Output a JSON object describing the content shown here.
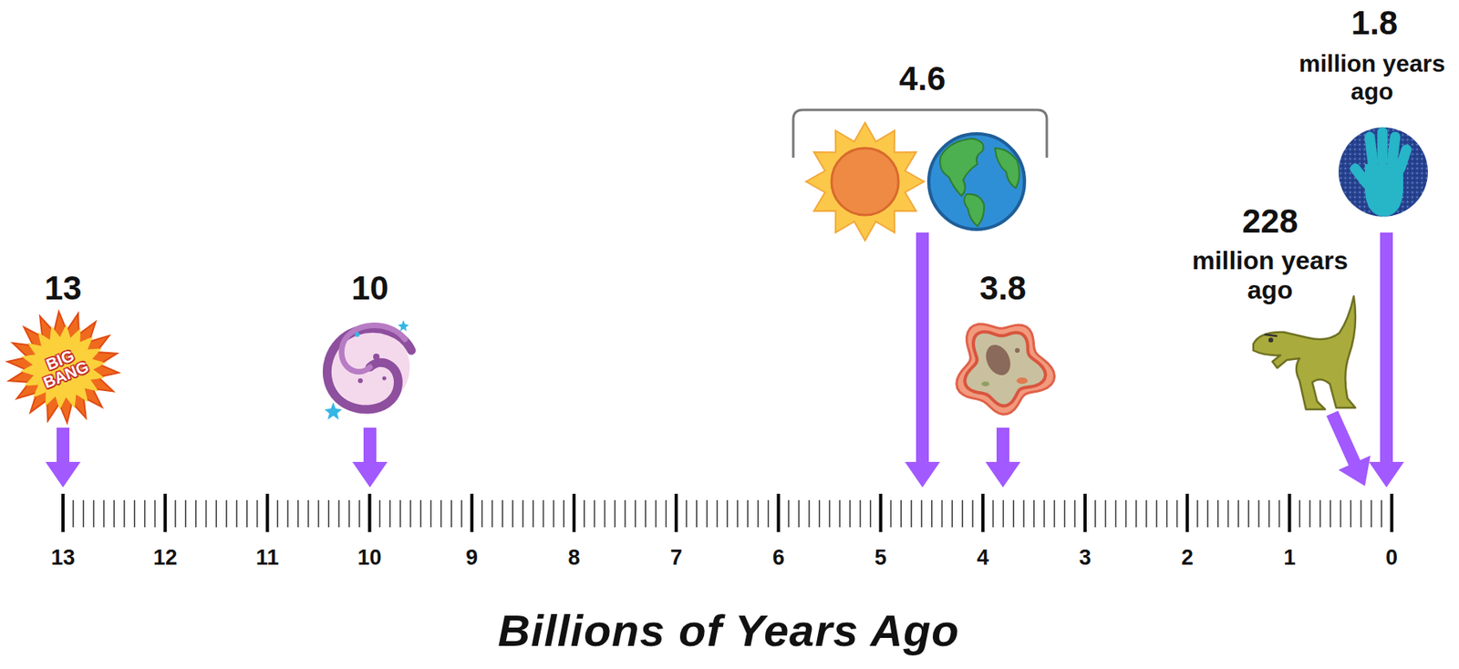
{
  "diagram": {
    "labels": [
      "13",
      "10",
      "4.6",
      "3.8",
      "228",
      "million years ago",
      "1.8",
      "million years ago",
      "13",
      "12",
      "11",
      "10",
      "9",
      "8",
      "7",
      "6",
      "5",
      "4",
      "3",
      "2",
      "1",
      "0",
      "Billions of Years Ago",
      "BIG BANG"
    ]
  }
}
